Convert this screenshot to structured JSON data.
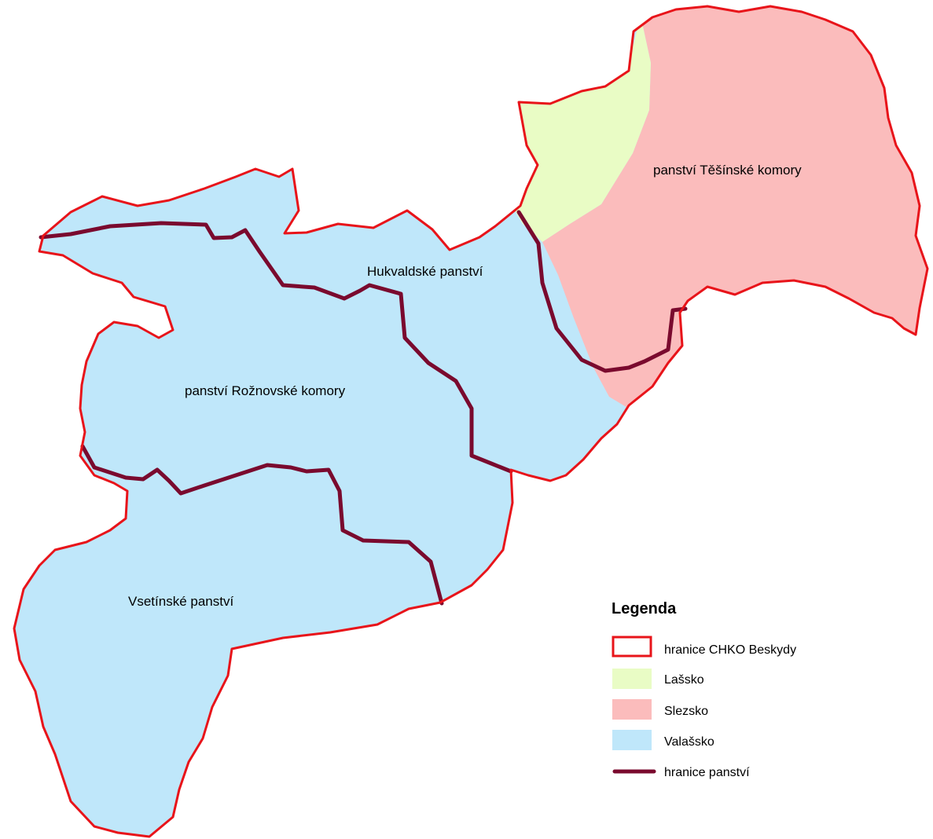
{
  "colors": {
    "valassko": "#bfe7fa",
    "slezsko": "#fbbcbc",
    "lassko": "#e9fcc5",
    "chko_border": "#e8141a",
    "estate_border": "#7a0a2e"
  },
  "labels": {
    "tesinske": "panství Těšínské komory",
    "hukvaldske": "Hukvaldské panství",
    "roznovske": "panství Rožnovské komory",
    "vsetinske": "Vsetínské panství"
  },
  "legend": {
    "title": "Legenda",
    "items": [
      {
        "label": "hranice CHKO Beskydy",
        "symbol": "outline",
        "color": "#e8141a"
      },
      {
        "label": "Lašsko",
        "symbol": "fill",
        "color": "#e9fcc5"
      },
      {
        "label": "Slezsko",
        "symbol": "fill",
        "color": "#fbbcbc"
      },
      {
        "label": "Valašsko",
        "symbol": "fill",
        "color": "#bfe7fa"
      },
      {
        "label": "hranice panství",
        "symbol": "line",
        "color": "#7a0a2e"
      }
    ]
  }
}
